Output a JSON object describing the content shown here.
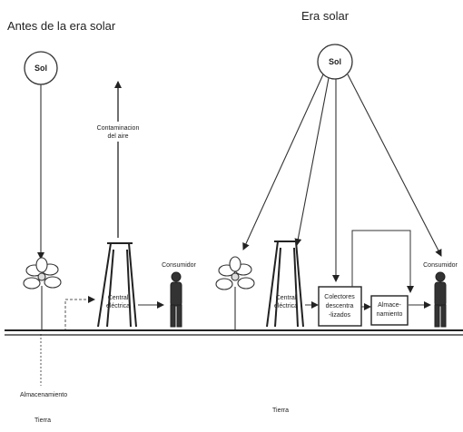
{
  "left_panel": {
    "title": "Antes de la era solar",
    "sun": "Sol",
    "pollution_label_line1": "Contaminacion",
    "pollution_label_line2": "del aire",
    "plant_label_line1": "Central",
    "plant_label_line2": "eléctrica",
    "consumer_label": "Consumidor",
    "storage_label": "Almacenamiento",
    "ground_label": "Tierra"
  },
  "right_panel": {
    "title": "Era solar",
    "sun": "Sol",
    "plant_label_line1": "Central",
    "plant_label_line2": "eléctrica",
    "collectors_line1": "Colectores",
    "collectors_line2": "descentra",
    "collectors_line3": "-lizados",
    "storage_line1": "Almace-",
    "storage_line2": "namiento",
    "consumer_label": "Consumidor",
    "ground_label": "Tierra"
  }
}
